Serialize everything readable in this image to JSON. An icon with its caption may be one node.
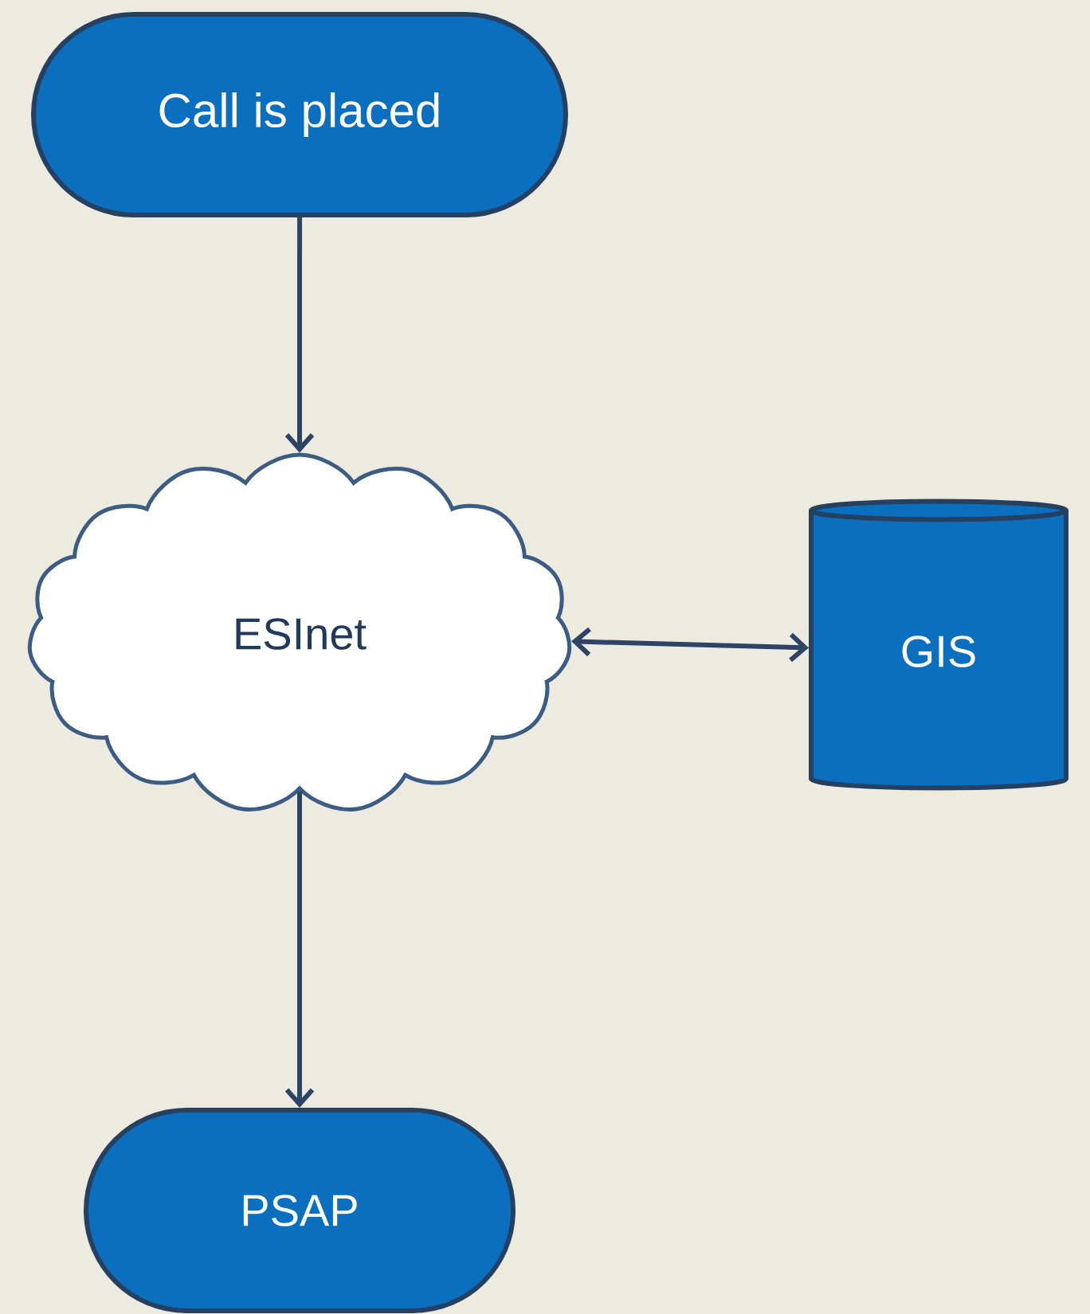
{
  "diagram": {
    "nodes": [
      {
        "text": [
          "Call is placed"
        ]
      },
      {
        "text": [
          "ESInet"
        ]
      },
      {
        "text": [
          "GIS"
        ]
      },
      {
        "text": [
          "PSAP"
        ]
      }
    ],
    "edges": [
      {
        "from": 0,
        "to": 1,
        "arrow": "to"
      },
      {
        "from": 1,
        "to": 2,
        "arrow": "both"
      },
      {
        "from": 1,
        "to": 3,
        "arrow": "to"
      }
    ]
  }
}
